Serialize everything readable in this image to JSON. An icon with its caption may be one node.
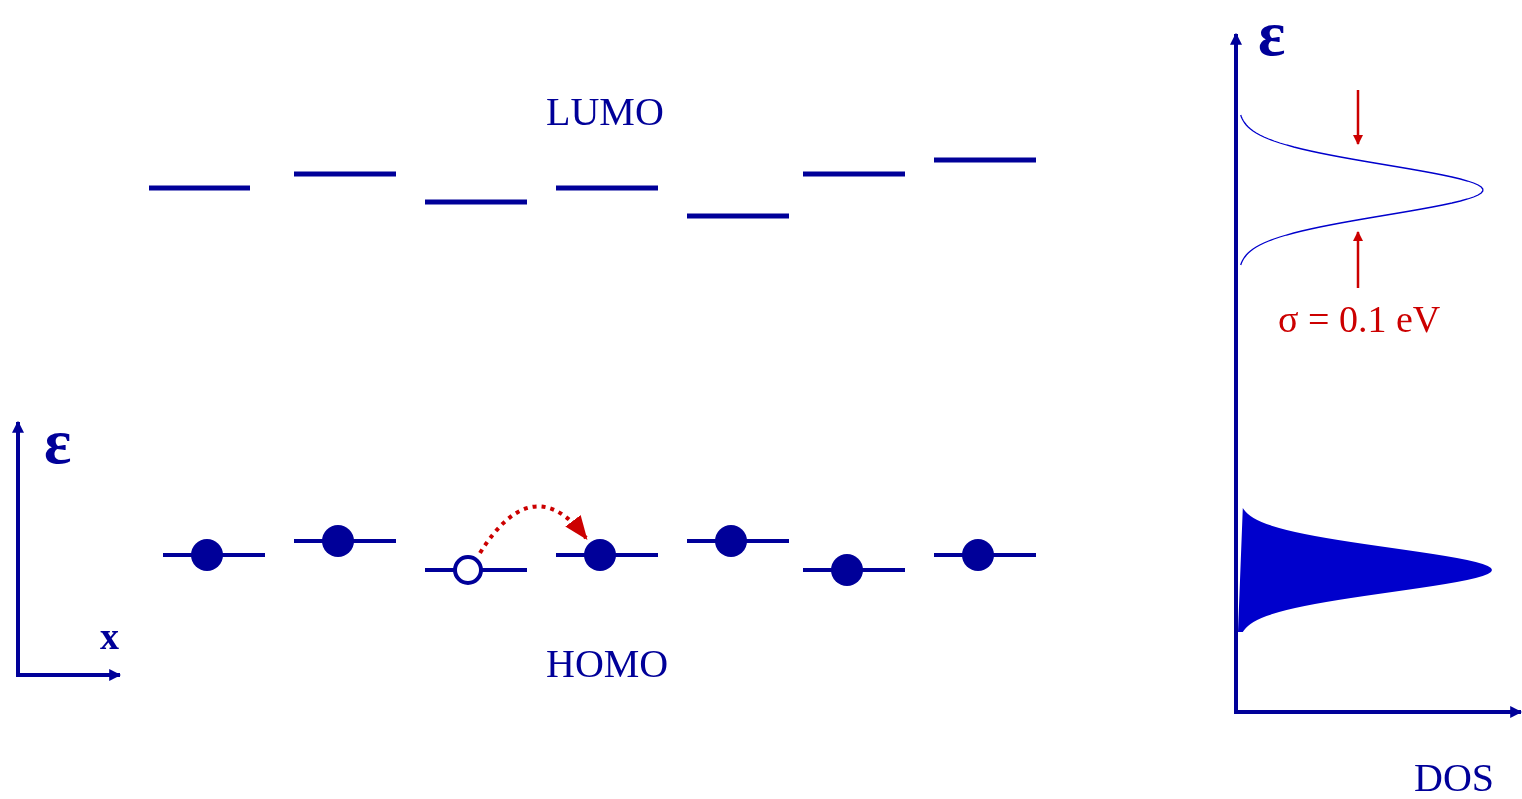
{
  "diagram": {
    "nodes": [
      {
        "text": [],
        "shape": "circle"
      },
      {
        "text": [],
        "shape": "circle"
      },
      {
        "text": [],
        "shape": "circle"
      },
      {
        "text": [],
        "shape": "circle"
      },
      {
        "text": [],
        "shape": "circle"
      },
      {
        "text": [],
        "shape": "circle"
      },
      {
        "text": [],
        "shape": "circle"
      }
    ],
    "edges": [
      {
        "from": 2,
        "to": 3,
        "arrow": "to",
        "style": "dashed",
        "color": "#cc0000"
      }
    ],
    "labels": [
      "ε",
      "LUMO",
      "σ = 0.1 eV",
      "ε",
      "x",
      "HOMO",
      "DOS"
    ]
  }
}
